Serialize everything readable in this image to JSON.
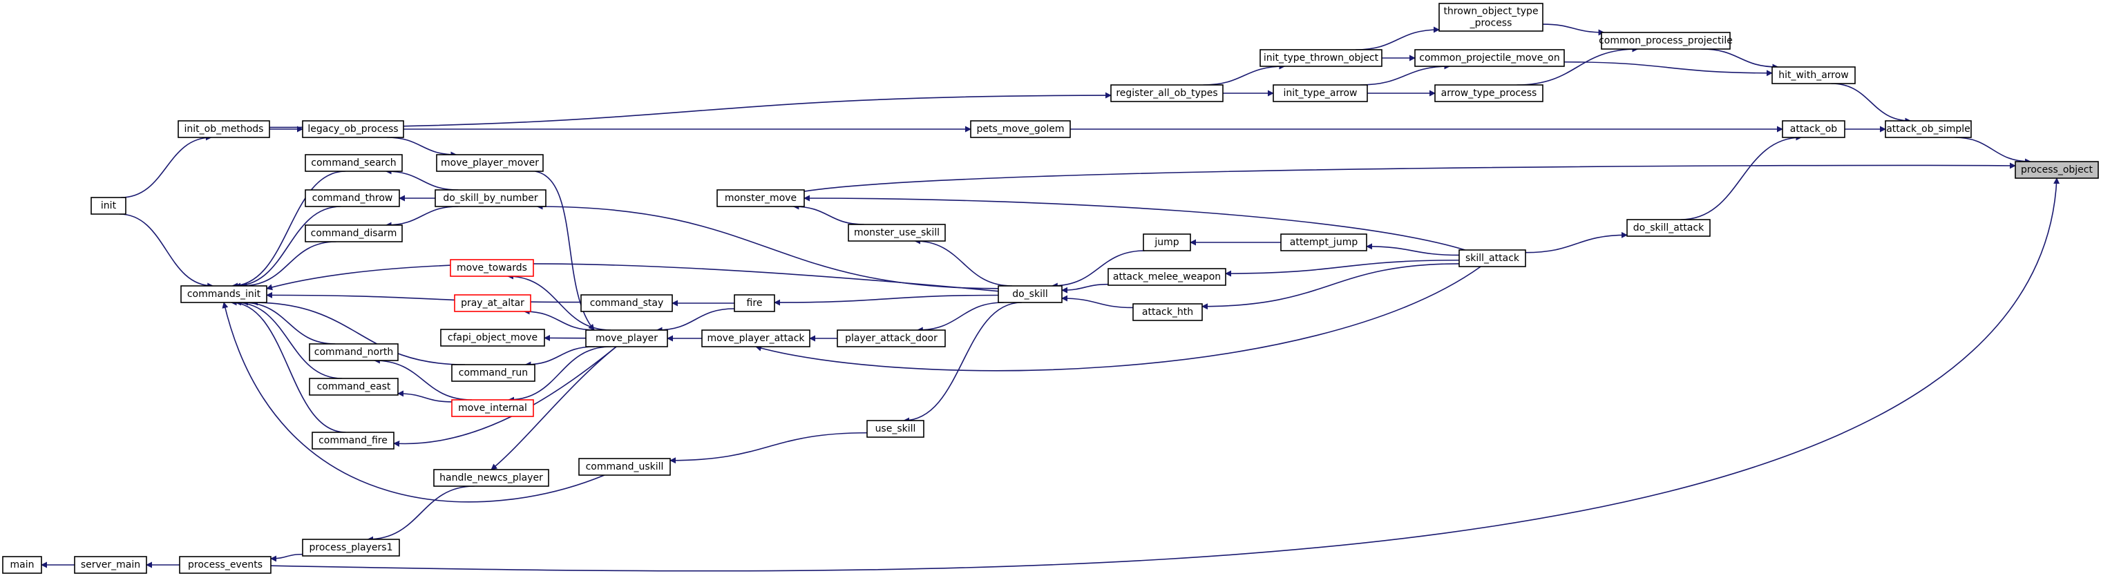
{
  "nodes": [
    {
      "id": "process_object",
      "lines": [
        "process_object"
      ],
      "style": "highlight"
    },
    {
      "id": "attack_ob_simple",
      "lines": [
        "attack_ob_simple"
      ]
    },
    {
      "id": "attack_ob",
      "lines": [
        "attack_ob"
      ]
    },
    {
      "id": "hit_with_arrow",
      "lines": [
        "hit_with_arrow"
      ]
    },
    {
      "id": "common_process_projectile",
      "lines": [
        "common_process_projectile"
      ]
    },
    {
      "id": "thrown_object_type_process",
      "lines": [
        "thrown_object_type",
        "_process"
      ]
    },
    {
      "id": "init_type_thrown_object",
      "lines": [
        "init_type_thrown_object"
      ]
    },
    {
      "id": "common_projectile_move_on",
      "lines": [
        "common_projectile_move_on"
      ]
    },
    {
      "id": "arrow_type_process",
      "lines": [
        "arrow_type_process"
      ]
    },
    {
      "id": "register_all_ob_types",
      "lines": [
        "register_all_ob_types"
      ]
    },
    {
      "id": "init_type_arrow",
      "lines": [
        "init_type_arrow"
      ]
    },
    {
      "id": "init_ob_methods",
      "lines": [
        "init_ob_methods"
      ]
    },
    {
      "id": "legacy_ob_process",
      "lines": [
        "legacy_ob_process"
      ]
    },
    {
      "id": "pets_move_golem",
      "lines": [
        "pets_move_golem"
      ]
    },
    {
      "id": "init",
      "lines": [
        "init"
      ]
    },
    {
      "id": "commands_init",
      "lines": [
        "commands_init"
      ]
    },
    {
      "id": "command_search",
      "lines": [
        "command_search"
      ]
    },
    {
      "id": "command_throw",
      "lines": [
        "command_throw"
      ]
    },
    {
      "id": "command_disarm",
      "lines": [
        "command_disarm"
      ]
    },
    {
      "id": "do_skill_by_number",
      "lines": [
        "do_skill_by_number"
      ]
    },
    {
      "id": "move_player_mover",
      "lines": [
        "move_player_mover"
      ]
    },
    {
      "id": "monster_move",
      "lines": [
        "monster_move"
      ]
    },
    {
      "id": "monster_use_skill",
      "lines": [
        "monster_use_skill"
      ]
    },
    {
      "id": "do_skill_attack",
      "lines": [
        "do_skill_attack"
      ]
    },
    {
      "id": "skill_attack",
      "lines": [
        "skill_attack"
      ]
    },
    {
      "id": "jump",
      "lines": [
        "jump"
      ]
    },
    {
      "id": "attempt_jump",
      "lines": [
        "attempt_jump"
      ]
    },
    {
      "id": "attack_melee_weapon",
      "lines": [
        "attack_melee_weapon"
      ]
    },
    {
      "id": "attack_hth",
      "lines": [
        "attack_hth"
      ]
    },
    {
      "id": "do_skill",
      "lines": [
        "do_skill"
      ]
    },
    {
      "id": "fire",
      "lines": [
        "fire"
      ]
    },
    {
      "id": "command_stay",
      "lines": [
        "command_stay"
      ]
    },
    {
      "id": "move_towards",
      "lines": [
        "move_towards"
      ],
      "style": "truncated"
    },
    {
      "id": "pray_at_altar",
      "lines": [
        "pray_at_altar"
      ],
      "style": "truncated"
    },
    {
      "id": "cfapi_object_move",
      "lines": [
        "cfapi_object_move"
      ]
    },
    {
      "id": "move_player",
      "lines": [
        "move_player"
      ]
    },
    {
      "id": "move_player_attack",
      "lines": [
        "move_player_attack"
      ]
    },
    {
      "id": "player_attack_door",
      "lines": [
        "player_attack_door"
      ]
    },
    {
      "id": "command_run",
      "lines": [
        "command_run"
      ]
    },
    {
      "id": "command_north",
      "lines": [
        "command_north"
      ]
    },
    {
      "id": "command_east",
      "lines": [
        "command_east"
      ]
    },
    {
      "id": "move_internal",
      "lines": [
        "move_internal"
      ],
      "style": "truncated"
    },
    {
      "id": "command_fire",
      "lines": [
        "command_fire"
      ]
    },
    {
      "id": "use_skill",
      "lines": [
        "use_skill"
      ]
    },
    {
      "id": "command_uskill",
      "lines": [
        "command_uskill"
      ]
    },
    {
      "id": "handle_newcs_player",
      "lines": [
        "handle_newcs_player"
      ]
    },
    {
      "id": "process_players1",
      "lines": [
        "process_players1"
      ]
    },
    {
      "id": "main",
      "lines": [
        "main"
      ]
    },
    {
      "id": "server_main",
      "lines": [
        "server_main"
      ]
    },
    {
      "id": "process_events",
      "lines": [
        "process_events"
      ]
    }
  ],
  "edges": [
    [
      "attack_ob_simple",
      "process_object"
    ],
    [
      "monster_move",
      "process_object"
    ],
    [
      "process_events",
      "process_object"
    ],
    [
      "attack_ob",
      "attack_ob_simple"
    ],
    [
      "hit_with_arrow",
      "attack_ob_simple"
    ],
    [
      "pets_move_golem",
      "attack_ob"
    ],
    [
      "do_skill_attack",
      "attack_ob"
    ],
    [
      "common_process_projectile",
      "hit_with_arrow"
    ],
    [
      "common_projectile_move_on",
      "hit_with_arrow"
    ],
    [
      "thrown_object_type_process",
      "common_process_projectile"
    ],
    [
      "arrow_type_process",
      "common_process_projectile"
    ],
    [
      "init_type_thrown_object",
      "thrown_object_type_process"
    ],
    [
      "init_type_thrown_object",
      "common_projectile_move_on"
    ],
    [
      "init_type_arrow",
      "common_projectile_move_on"
    ],
    [
      "init_type_arrow",
      "arrow_type_process"
    ],
    [
      "register_all_ob_types",
      "init_type_thrown_object"
    ],
    [
      "register_all_ob_types",
      "init_type_arrow"
    ],
    [
      "init_ob_methods",
      "register_all_ob_types"
    ],
    [
      "legacy_ob_process",
      "pets_move_golem"
    ],
    [
      "init_ob_methods",
      "legacy_ob_process"
    ],
    [
      "init",
      "init_ob_methods"
    ],
    [
      "init",
      "commands_init"
    ],
    [
      "skill_attack",
      "do_skill_attack"
    ],
    [
      "skill_attack",
      "monster_move"
    ],
    [
      "skill_attack",
      "attempt_jump"
    ],
    [
      "skill_attack",
      "attack_melee_weapon"
    ],
    [
      "skill_attack",
      "attack_hth"
    ],
    [
      "skill_attack",
      "move_player_attack"
    ],
    [
      "attempt_jump",
      "jump"
    ],
    [
      "jump",
      "do_skill"
    ],
    [
      "attack_melee_weapon",
      "do_skill"
    ],
    [
      "attack_hth",
      "do_skill"
    ],
    [
      "do_skill",
      "monster_use_skill"
    ],
    [
      "monster_use_skill",
      "monster_move"
    ],
    [
      "do_skill",
      "do_skill_by_number"
    ],
    [
      "do_skill",
      "fire"
    ],
    [
      "do_skill",
      "player_attack_door"
    ],
    [
      "do_skill",
      "use_skill"
    ],
    [
      "do_skill",
      "commands_init"
    ],
    [
      "do_skill_by_number",
      "command_search"
    ],
    [
      "do_skill_by_number",
      "command_throw"
    ],
    [
      "do_skill_by_number",
      "command_disarm"
    ],
    [
      "command_search",
      "commands_init"
    ],
    [
      "command_throw",
      "commands_init"
    ],
    [
      "command_disarm",
      "commands_init"
    ],
    [
      "legacy_ob_process",
      "move_player_mover"
    ],
    [
      "move_player_mover",
      "move_player"
    ],
    [
      "fire",
      "command_stay"
    ],
    [
      "fire",
      "move_player"
    ],
    [
      "command_stay",
      "commands_init"
    ],
    [
      "player_attack_door",
      "move_player_attack"
    ],
    [
      "move_player_attack",
      "move_player"
    ],
    [
      "move_player",
      "move_towards"
    ],
    [
      "move_player",
      "pray_at_altar"
    ],
    [
      "move_player",
      "cfapi_object_move"
    ],
    [
      "move_player",
      "command_run"
    ],
    [
      "move_player",
      "move_internal"
    ],
    [
      "move_player",
      "command_fire"
    ],
    [
      "move_player",
      "handle_newcs_player"
    ],
    [
      "command_run",
      "commands_init"
    ],
    [
      "move_internal",
      "command_north"
    ],
    [
      "move_internal",
      "command_east"
    ],
    [
      "command_north",
      "commands_init"
    ],
    [
      "command_east",
      "commands_init"
    ],
    [
      "command_fire",
      "commands_init"
    ],
    [
      "use_skill",
      "command_uskill"
    ],
    [
      "command_uskill",
      "commands_init"
    ],
    [
      "handle_newcs_player",
      "process_players1"
    ],
    [
      "process_players1",
      "process_events"
    ],
    [
      "process_events",
      "server_main"
    ],
    [
      "server_main",
      "main"
    ]
  ]
}
